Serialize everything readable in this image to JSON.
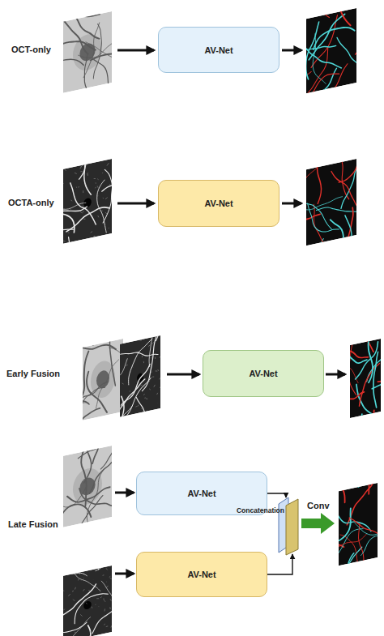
{
  "diagram": {
    "nodes": [
      {
        "text": [
          "AV-Net"
        ]
      },
      {
        "text": [
          "AV-Net"
        ]
      },
      {
        "text": [
          "AV-Net"
        ]
      },
      {
        "text": [
          "AV-Net"
        ]
      },
      {
        "text": [
          "AV-Net"
        ]
      },
      {
        "text": [
          "Concatenation"
        ]
      }
    ],
    "edges": [
      {
        "from": 3,
        "to": 5,
        "arrow": "to"
      },
      {
        "from": 4,
        "to": 5,
        "arrow": "to"
      }
    ],
    "labels": [
      "OCT-only",
      "OCTA-only",
      "Early Fusion",
      "Late Fusion",
      "Conv"
    ]
  }
}
